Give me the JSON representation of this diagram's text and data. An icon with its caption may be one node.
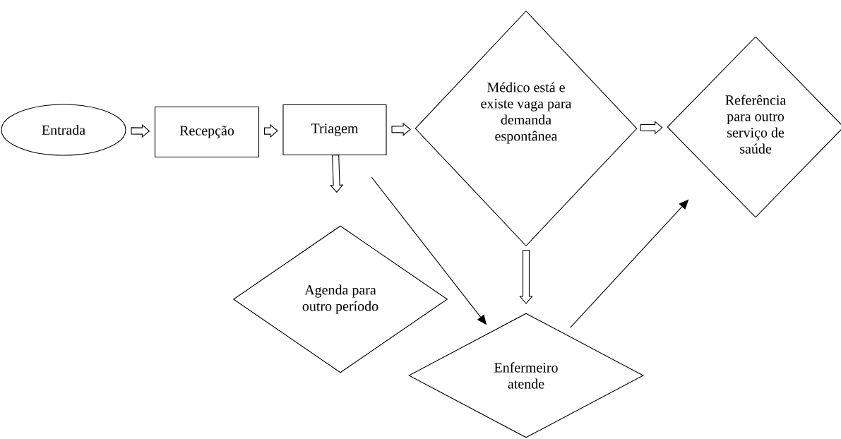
{
  "diagram": {
    "nodes": [
      {
        "text": [
          "Entrada"
        ]
      },
      {
        "text": [
          "Recepção"
        ]
      },
      {
        "text": [
          "Triagem"
        ]
      },
      {
        "text": [
          "Médico está e existe vaga para demanda espontânea"
        ]
      },
      {
        "text": [
          "Referência para outro serviço de saúde"
        ]
      },
      {
        "text": [
          "Agenda para outro período"
        ]
      },
      {
        "text": [
          "Enfermeiro atende"
        ]
      }
    ],
    "edges": [
      {
        "from": 0,
        "to": 1,
        "arrow": "to",
        "style": "thick"
      },
      {
        "from": 1,
        "to": 2,
        "arrow": "to",
        "style": "thick"
      },
      {
        "from": 2,
        "to": 3,
        "arrow": "to",
        "style": "thick"
      },
      {
        "from": 3,
        "to": 4,
        "arrow": "to",
        "style": "thick"
      },
      {
        "from": 2,
        "to": 5,
        "arrow": "to",
        "style": "thick"
      },
      {
        "from": 2,
        "to": 6,
        "arrow": "to"
      },
      {
        "from": 3,
        "to": 6,
        "arrow": "to",
        "style": "thick"
      },
      {
        "from": 6,
        "to": 4,
        "arrow": "to"
      }
    ]
  }
}
